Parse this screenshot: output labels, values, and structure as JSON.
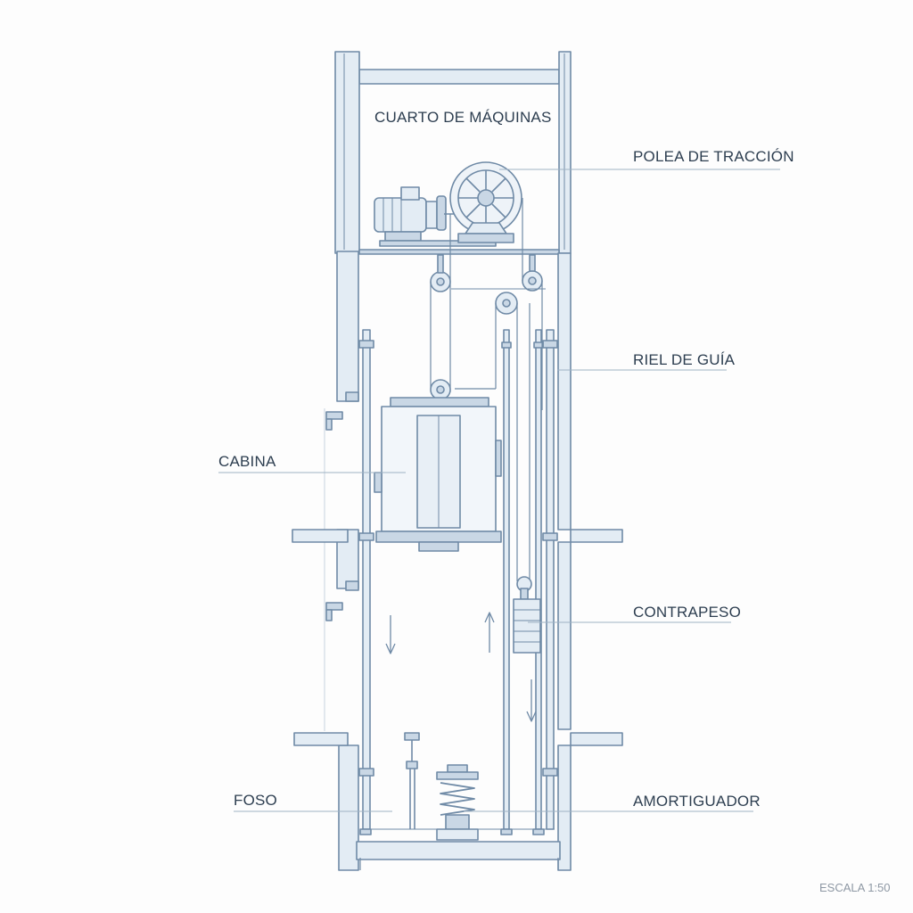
{
  "labels": {
    "machine_room": "CUARTO DE MÁQUINAS",
    "traction_sheave": "POLEA DE TRACCIÓN",
    "guide_rail": "RIEL DE GUÍA",
    "cabin": "CABINA",
    "counterweight": "CONTRAPESO",
    "pit": "FOSO",
    "buffer": "AMORTIGUADOR"
  },
  "scale": "ESCALA 1:50",
  "colors": {
    "line": "#6f8aa6",
    "fill": "#e3ecf4",
    "fill_dark": "#c9d7e5",
    "text": "#2d3e50",
    "leader": "#9fb2c4"
  }
}
